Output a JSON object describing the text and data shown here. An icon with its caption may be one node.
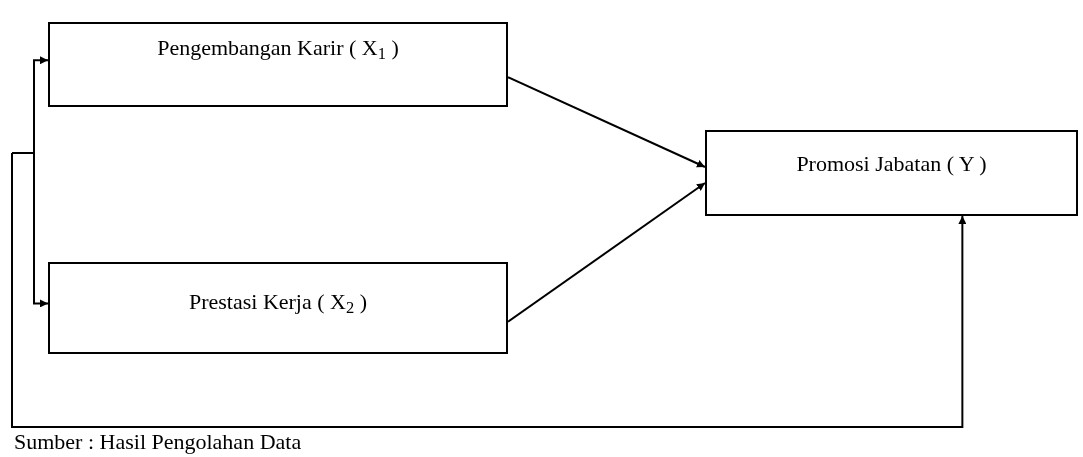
{
  "diagram": {
    "caption": "Sumber : Hasil Pengolahan Data",
    "nodes": [
      {
        "text": [
          "Pengembangan Karir ( X$_{1}$ )"
        ]
      },
      {
        "text": [
          "Prestasi Kerja ( X$_{2}$ )"
        ]
      },
      {
        "text": [
          "Promosi Jabatan  ( Y )"
        ]
      }
    ],
    "edges": [
      {
        "from": null,
        "to": 0,
        "arrow": "to"
      },
      {
        "from": null,
        "to": 1,
        "arrow": "to"
      },
      {
        "from": null,
        "to": 2,
        "arrow": "to"
      },
      {
        "from": 0,
        "to": 2,
        "arrow": "to"
      },
      {
        "from": 1,
        "to": 2,
        "arrow": "to"
      }
    ]
  }
}
